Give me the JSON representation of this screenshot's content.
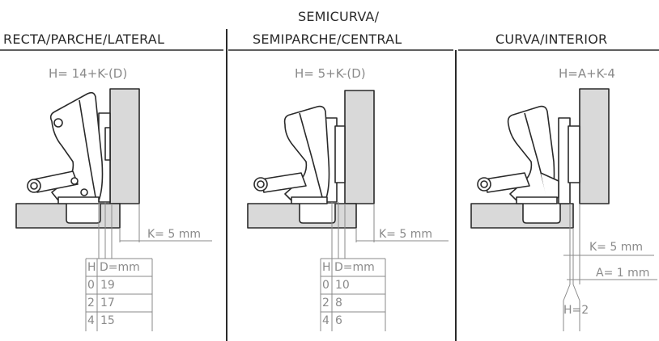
{
  "columns": [
    {
      "header_lines": [
        "RECTA/PARCHE/LATERAL"
      ],
      "formula": "H= 14+K-(D)",
      "k_label": "K= 5 mm",
      "table": {
        "headers": [
          "H",
          "D=mm"
        ],
        "rows": [
          [
            "0",
            "19"
          ],
          [
            "2",
            "17"
          ],
          [
            "4",
            "15"
          ]
        ]
      }
    },
    {
      "header_lines": [
        "SEMICURVA/",
        "SEMIPARCHE/CENTRAL"
      ],
      "formula": "H= 5+K-(D)",
      "k_label": "K= 5 mm",
      "table": {
        "headers": [
          "H",
          "D=mm"
        ],
        "rows": [
          [
            "0",
            "10"
          ],
          [
            "2",
            "8"
          ],
          [
            "4",
            "6"
          ]
        ]
      }
    },
    {
      "header_lines": [
        "CURVA/INTERIOR"
      ],
      "formula": "H=A+K-4",
      "k_label": "K= 5 mm",
      "a_label": "A= 1 mm",
      "h_value": "H=2"
    }
  ],
  "colors": {
    "line": "#2a2a2a",
    "gray": "#8a8a8a",
    "panel_fill": "#d9d9d9",
    "hinge_fill": "#ffffff"
  }
}
